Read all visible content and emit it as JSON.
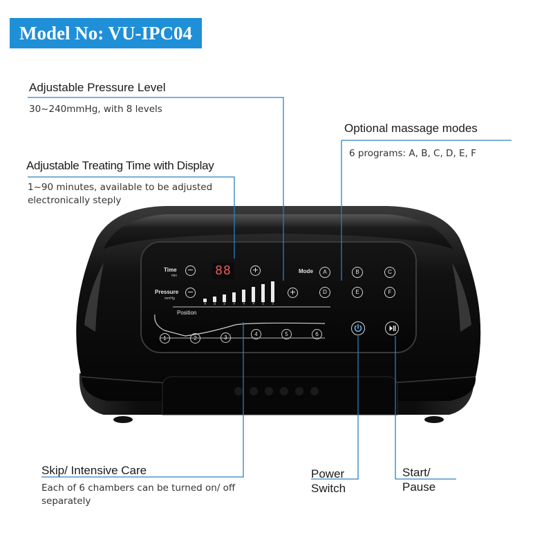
{
  "header": {
    "model": "Model No: VU-IPC04"
  },
  "callouts": {
    "pressure": {
      "title": "Adjustable Pressure Level",
      "desc": "30~240mmHg, with 8 levels"
    },
    "time": {
      "title": "Adjustable Treating Time with Display",
      "desc": "1~90 minutes, available to be adjusted electronically steply"
    },
    "modes": {
      "title": "Optional massage modes",
      "desc": "6 programs: A, B, C, D, E, F"
    },
    "skip": {
      "title": "Skip/ Intensive Care",
      "desc": "Each of 6 chambers can be turned on/ off separately"
    },
    "power": {
      "title_line1": "Power",
      "title_line2": "Switch"
    },
    "start": {
      "title_line1": "Start/",
      "title_line2": "Pause"
    }
  },
  "panel": {
    "time_label": "Time",
    "time_unit": "min",
    "pressure_label": "Pressure",
    "pressure_unit": "mmHg",
    "display_value": "88",
    "mode_label": "Mode",
    "position_label": "Position",
    "minus": "−",
    "plus": "+",
    "modes": [
      "A",
      "B",
      "C",
      "D",
      "E",
      "F"
    ],
    "pressure_levels": [
      "30",
      "60",
      "90",
      "120",
      "150",
      "180",
      "210",
      "240"
    ],
    "chambers": [
      "1",
      "2",
      "3",
      "4",
      "5",
      "6"
    ]
  },
  "colors": {
    "accent": "#1f8fd8",
    "callout_line": "#2a7fc4",
    "device": "#0a0a0a",
    "display_digits": "#e85a5a"
  },
  "icons": {
    "power": "power-icon",
    "start_pause": "play-pause-icon"
  }
}
